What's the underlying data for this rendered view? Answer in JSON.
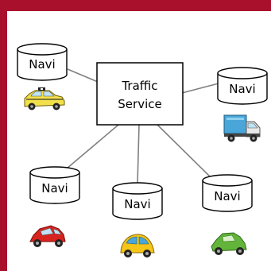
{
  "colors": {
    "frame": "#a8102c",
    "line": "#808080",
    "stroke": "#000000"
  },
  "server": {
    "label_line1": "Traffic",
    "label_line2": "Service"
  },
  "nodes": [
    {
      "label": "Navi",
      "vehicle": "taxi-icon",
      "vehicle_color": "#f2e04a"
    },
    {
      "label": "Navi",
      "vehicle": "delivery-truck-icon",
      "vehicle_color": "#4aa6d8"
    },
    {
      "label": "Navi",
      "vehicle": "red-car-icon",
      "vehicle_color": "#d9231f"
    },
    {
      "label": "Navi",
      "vehicle": "yellow-beetle-icon",
      "vehicle_color": "#f5c518"
    },
    {
      "label": "Navi",
      "vehicle": "green-car-icon",
      "vehicle_color": "#63b43a"
    }
  ]
}
